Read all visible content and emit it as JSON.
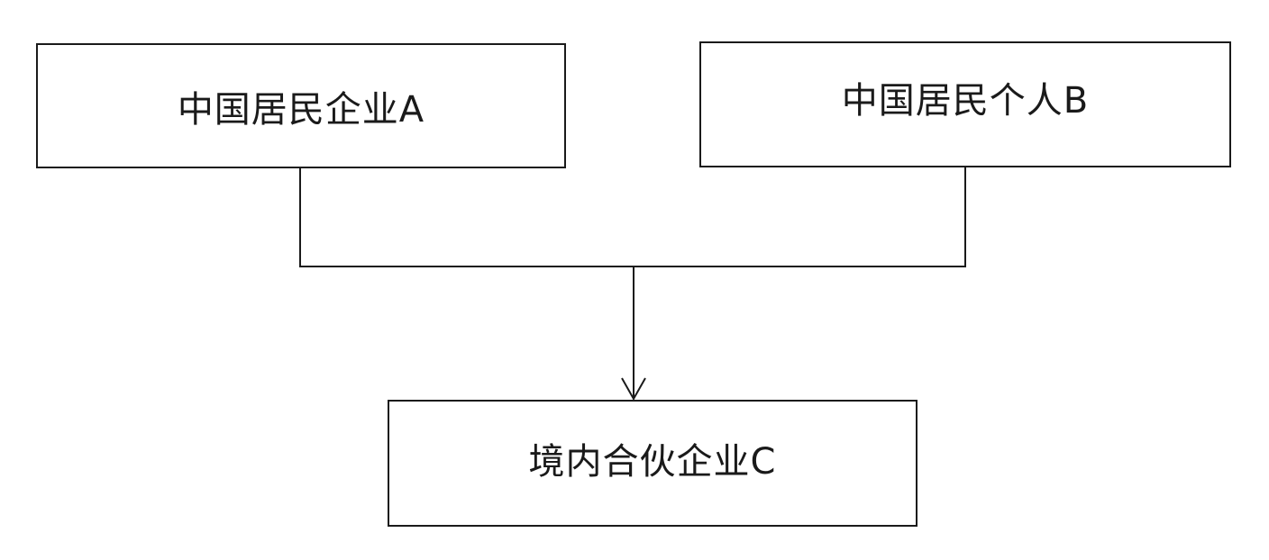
{
  "diagram": {
    "nodes": [
      {
        "id": "A",
        "label": "中国居民企业A"
      },
      {
        "id": "B",
        "label": "中国居民个人B"
      },
      {
        "id": "C",
        "label": "境内合伙企业C"
      }
    ],
    "edges": [
      {
        "from": "A",
        "to": "C"
      },
      {
        "from": "B",
        "to": "C"
      }
    ],
    "colors": {
      "stroke": "#1a1a1a",
      "background": "#ffffff"
    }
  }
}
